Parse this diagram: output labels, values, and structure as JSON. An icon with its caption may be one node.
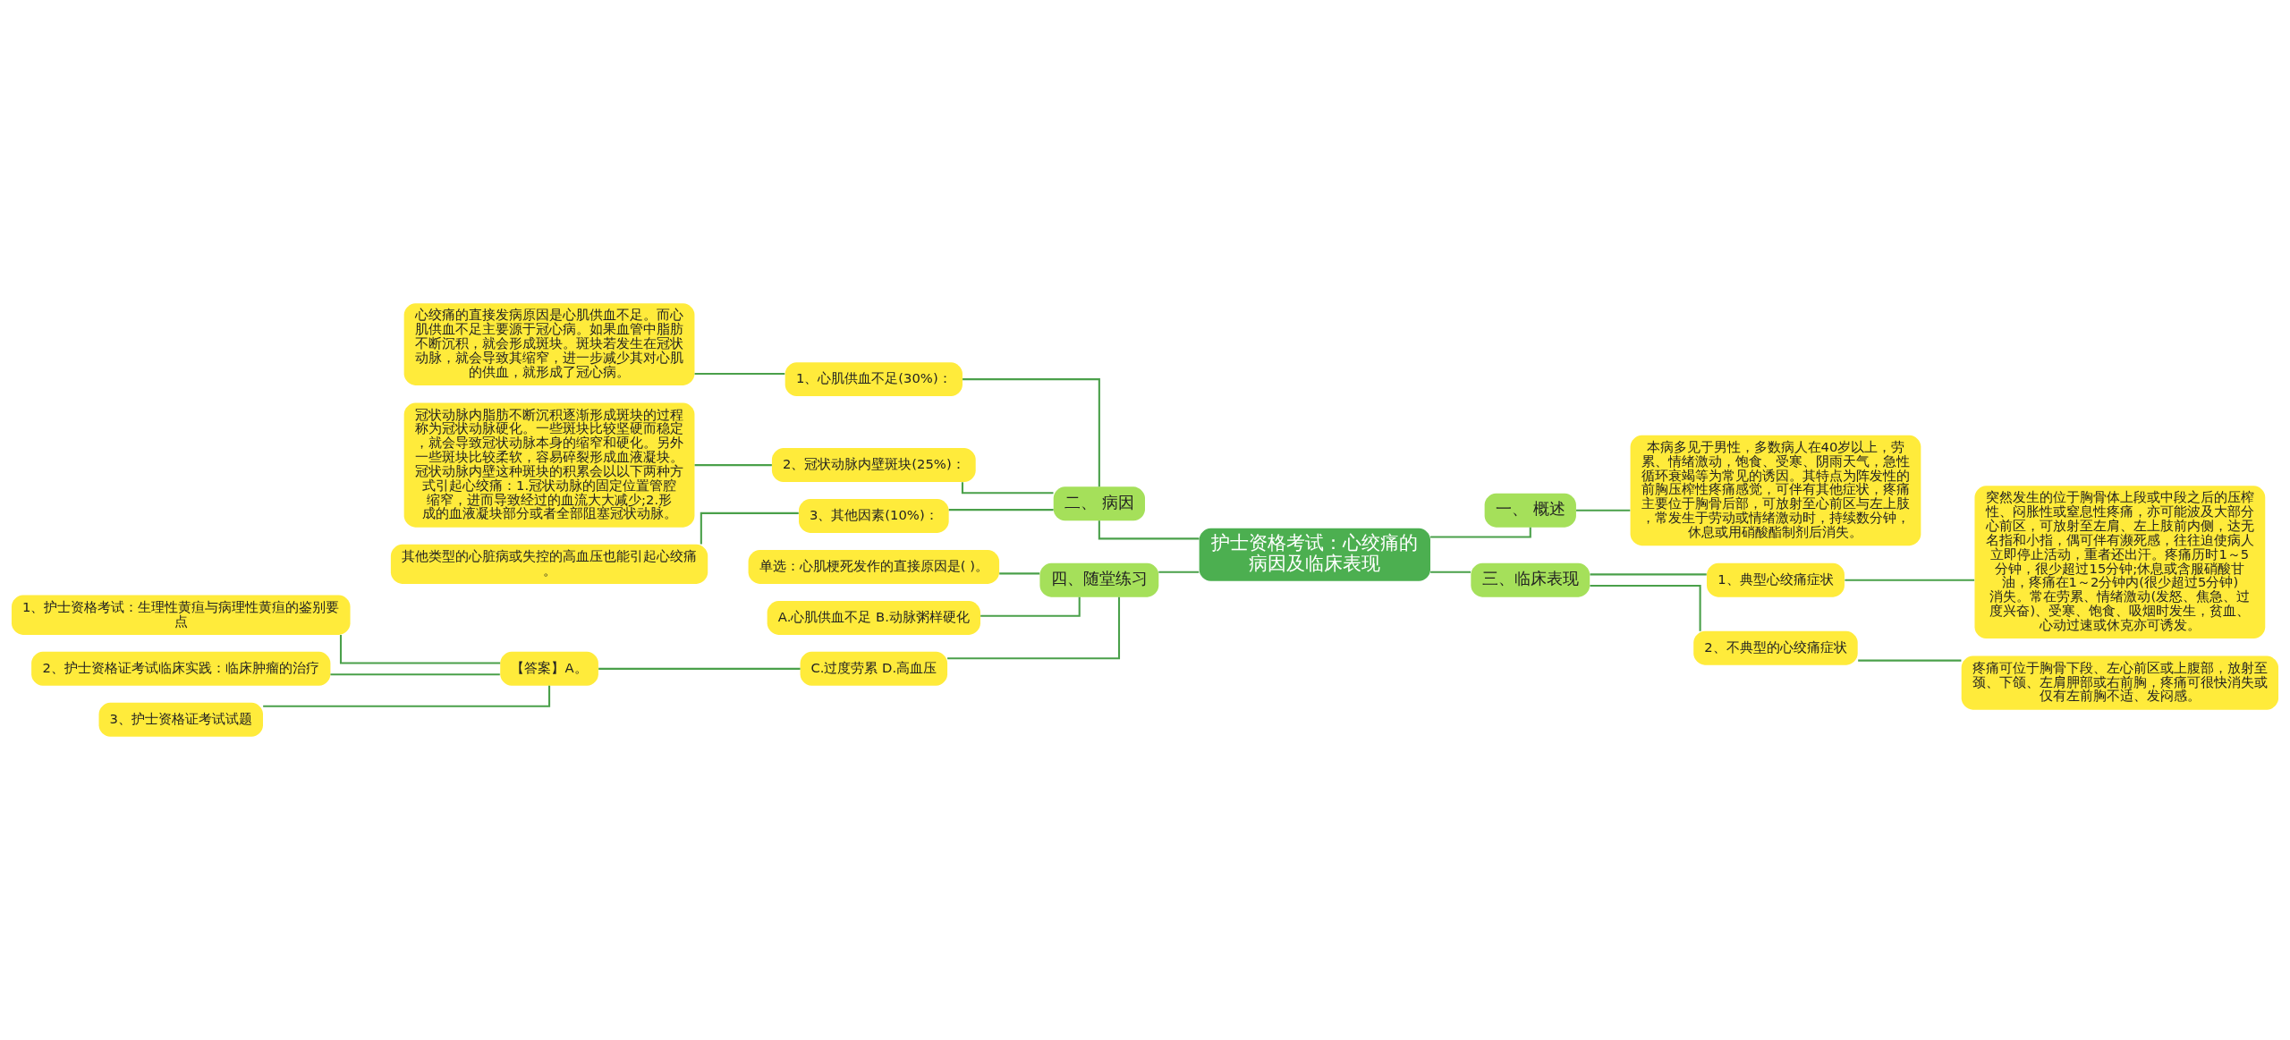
{
  "diagram": {
    "nodes": [
      {
        "text": [
          "护士资格考试：心绞痛的病因及临床表现"
        ]
      },
      {
        "text": [
          "二、 病因"
        ]
      },
      {
        "text": [
          "1、心肌供血不足(30%)："
        ]
      },
      {
        "text": [
          "心绞痛的直接发病原因是心肌供血不足。而心肌供血不足主要源于冠心病。如果血管中脂肪不断沉积，就会形成斑块。斑块若发生在冠状动脉，就会导致其缩窄，进一步减少其对心肌的供血，就形成了冠心病。"
        ]
      },
      {
        "text": [
          "2、冠状动脉内壁斑块(25%)："
        ]
      },
      {
        "text": [
          "冠状动脉内脂肪不断沉积逐渐形成斑块的过程称为冠状动脉硬化。一些斑块比较坚硬而稳定，就会导致冠状动脉本身的缩窄和硬化。另外一些斑块比较柔软，容易碎裂形成血液凝块。冠状动脉内壁这种斑块的积累会以以下两种方式引起心绞痛：1.冠状动脉的固定位置管腔缩窄，进而导致经过的血流大大减少;2.形成的血液凝块部分或者全部阻塞冠状动脉。"
        ]
      },
      {
        "text": [
          "3、其他因素(10%)："
        ]
      },
      {
        "text": [
          "其他类型的心脏病或失控的高血压也能引起心绞痛。"
        ]
      },
      {
        "text": [
          "四、随堂练习"
        ]
      },
      {
        "text": [
          "单选：心肌梗死发作的直接原因是( )。"
        ]
      },
      {
        "text": [
          "A.心肌供血不足 B.动脉粥样硬化"
        ]
      },
      {
        "text": [
          "C.过度劳累 D.高血压"
        ]
      },
      {
        "text": [
          "【答案】A。"
        ]
      },
      {
        "text": [
          "1、护士资格考试：生理性黄疸与病理性黄疸的鉴别要点"
        ]
      },
      {
        "text": [
          "2、护士资格证考试临床实践：临床肿瘤的治疗"
        ]
      },
      {
        "text": [
          "3、护士资格证考试试题"
        ]
      },
      {
        "text": [
          "一、 概述"
        ]
      },
      {
        "text": [
          "本病多见于男性，多数病人在40岁以上，劳累、情绪激动，饱食、受寒、阴雨天气，急性循环衰竭等为常见的诱因。其特点为阵发性的前胸压榨性疼痛感觉，可伴有其他症状，疼痛主要位于胸骨后部，可放射至心前区与左上肢，常发生于劳动或情绪激动时，持续数分钟，休息或用硝酸酯制剂后消失。"
        ]
      },
      {
        "text": [
          "三、临床表现"
        ]
      },
      {
        "text": [
          "1、典型心绞痛症状"
        ]
      },
      {
        "text": [
          "突然发生的位于胸骨体上段或中段之后的压榨性、闷胀性或窒息性疼痛，亦可能波及大部分心前区，可放射至左肩、左上肢前内侧，达无名指和小指，偶可伴有濒死感，往往迫使病人立即停止活动，重者还出汗。疼痛历时1～5分钟，很少超过15分钟;休息或含服硝酸甘油，疼痛在1～2分钟内(很少超过5分钟)消失。常在劳累、情绪激动(发怒、焦急、过度兴奋)、受寒、饱食、吸烟时发生，贫血、心动过速或休克亦可诱发。"
        ]
      },
      {
        "text": [
          "2、不典型的心绞痛症状"
        ]
      },
      {
        "text": [
          "疼痛可位于胸骨下段、左心前区或上腹部，放射至颈、下颌、左肩胛部或右前胸，疼痛可很快消失或仅有左前胸不适、发闷感。"
        ]
      }
    ],
    "edges": [
      {
        "from": 0,
        "to": 1,
        "arrow": "none"
      },
      {
        "from": 1,
        "to": 2,
        "arrow": "none"
      },
      {
        "from": 2,
        "to": 3,
        "arrow": "none"
      },
      {
        "from": 1,
        "to": 4,
        "arrow": "none"
      },
      {
        "from": 4,
        "to": 5,
        "arrow": "none"
      },
      {
        "from": 1,
        "to": 6,
        "arrow": "none"
      },
      {
        "from": 6,
        "to": 7,
        "arrow": "none"
      },
      {
        "from": 0,
        "to": 8,
        "arrow": "none"
      },
      {
        "from": 8,
        "to": 9,
        "arrow": "none"
      },
      {
        "from": 8,
        "to": 10,
        "arrow": "none"
      },
      {
        "from": 8,
        "to": 11,
        "arrow": "none"
      },
      {
        "from": 11,
        "to": 12,
        "arrow": "none"
      },
      {
        "from": 12,
        "to": 13,
        "arrow": "none"
      },
      {
        "from": 12,
        "to": 14,
        "arrow": "none"
      },
      {
        "from": 12,
        "to": 15,
        "arrow": "none"
      },
      {
        "from": 0,
        "to": 16,
        "arrow": "none"
      },
      {
        "from": 16,
        "to": 17,
        "arrow": "none"
      },
      {
        "from": 0,
        "to": 18,
        "arrow": "none"
      },
      {
        "from": 18,
        "to": 19,
        "arrow": "none"
      },
      {
        "from": 19,
        "to": 20,
        "arrow": "none"
      },
      {
        "from": 18,
        "to": 21,
        "arrow": "none"
      },
      {
        "from": 21,
        "to": 22,
        "arrow": "none"
      }
    ]
  }
}
